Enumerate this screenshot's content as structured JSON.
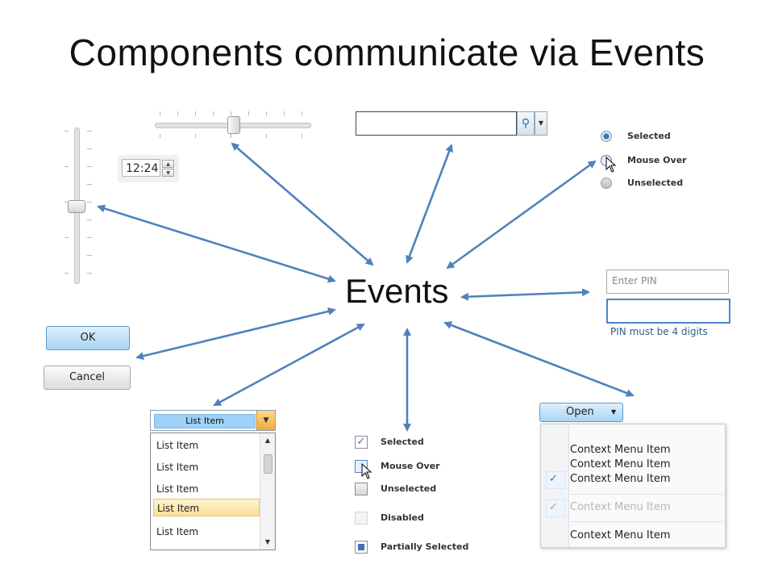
{
  "title": "Components communicate via Events",
  "center_label": "Events",
  "time_spinner": {
    "value": "12:24",
    "up_icon": "chevron-up-icon",
    "down_icon": "chevron-down-icon"
  },
  "search": {
    "value": "",
    "search_icon": "search-icon",
    "dropdown_icon": "chevron-down-icon"
  },
  "radio_group": [
    {
      "label": "Selected",
      "state": "selected"
    },
    {
      "label": "Mouse Over",
      "state": "hover"
    },
    {
      "label": "Unselected",
      "state": "unselected"
    }
  ],
  "pin": {
    "placeholder": "Enter PIN",
    "value": "",
    "validation_message": "PIN must be 4 digits"
  },
  "buttons": {
    "ok_label": "OK",
    "cancel_label": "Cancel"
  },
  "combo": {
    "selected": "List Item"
  },
  "list": {
    "items": [
      "List Item",
      "List Item",
      "List Item",
      "List Item",
      "List Item"
    ],
    "selected_index": 3
  },
  "checkboxes": [
    {
      "label": "Selected",
      "state": "checked"
    },
    {
      "label": "Mouse Over",
      "state": "hover"
    },
    {
      "label": "Unselected",
      "state": "unchecked"
    },
    {
      "label": "Disabled",
      "state": "disabled"
    },
    {
      "label": "Partially Selected",
      "state": "partial"
    }
  ],
  "menu": {
    "button_label": "Open",
    "items": [
      {
        "label": "Context Menu Item",
        "checked": false,
        "disabled": false
      },
      {
        "label": "Context Menu Item",
        "checked": false,
        "disabled": false
      },
      {
        "label": "Context Menu Item",
        "checked": true,
        "disabled": false
      },
      {
        "label": "Context Menu Item",
        "checked": true,
        "disabled": true
      },
      {
        "label": "Context Menu Item",
        "checked": false,
        "disabled": false
      }
    ]
  },
  "sliders": {
    "vertical_value": 0.5,
    "horizontal_value": 0.5
  },
  "colors": {
    "arrow": "#4f81bd",
    "accent": "#4a86c8",
    "selected_list": "#fbdf9a"
  }
}
